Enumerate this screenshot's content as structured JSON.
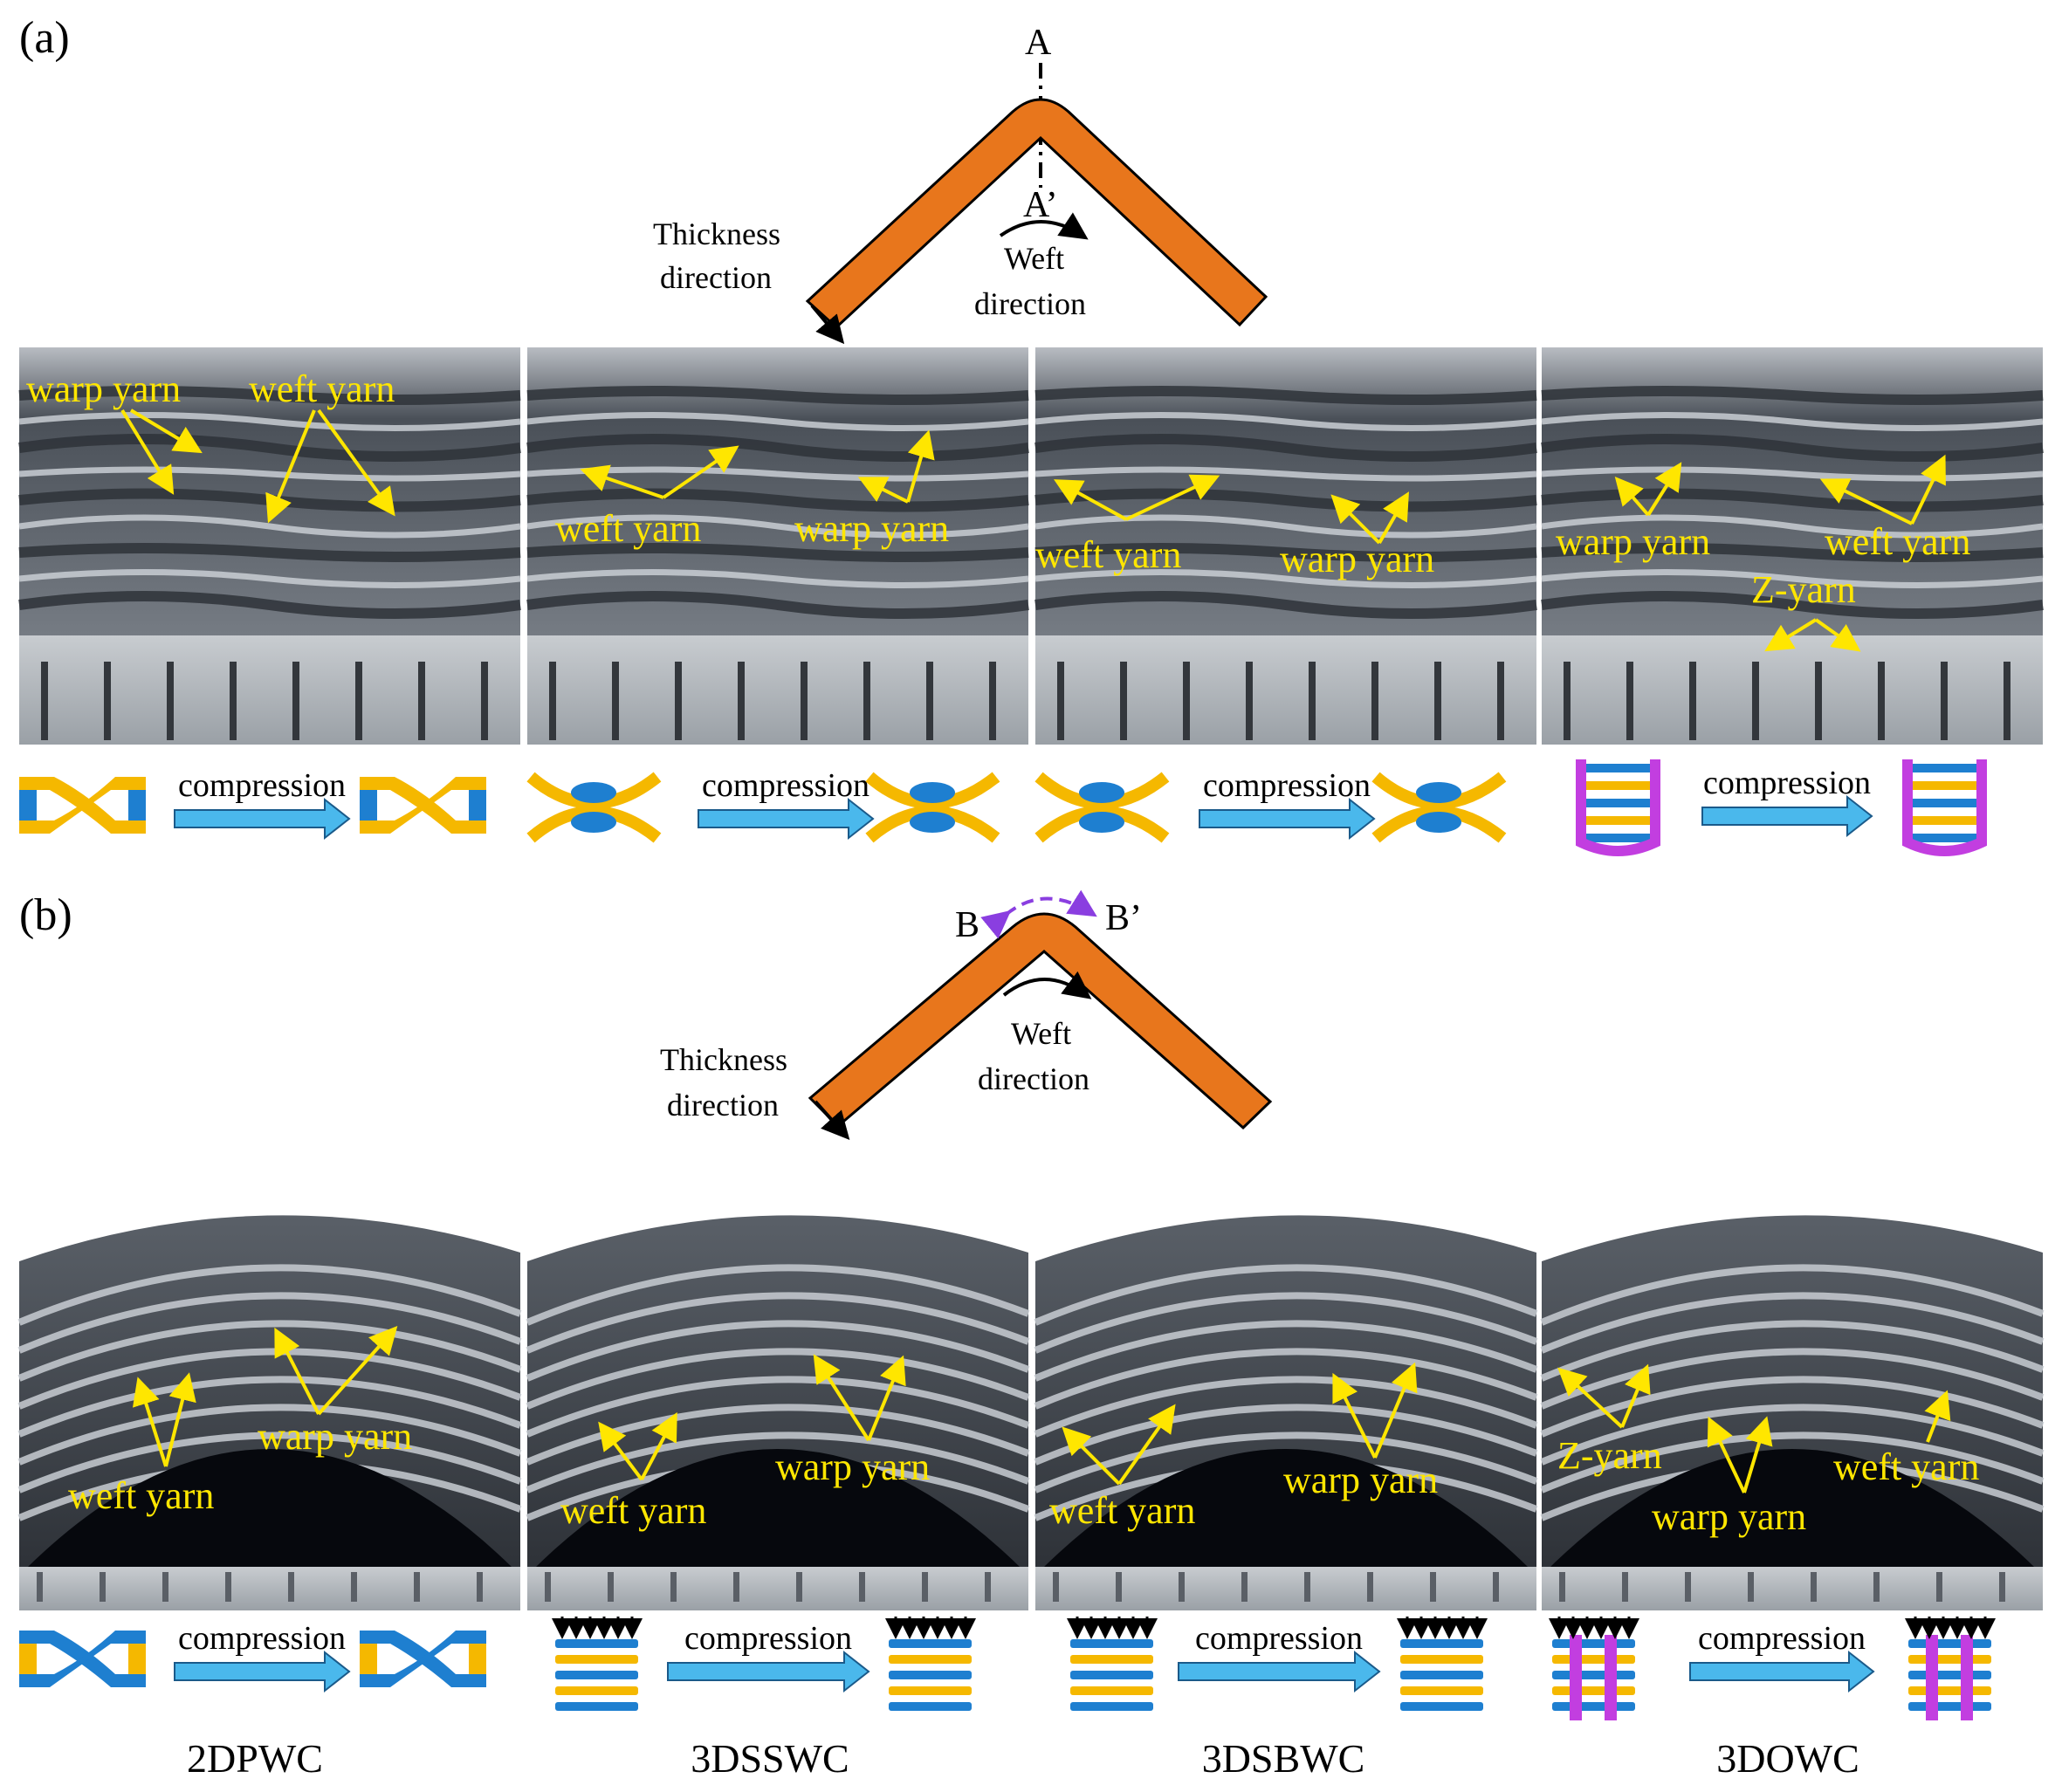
{
  "panels": {
    "a": {
      "label": "(a)",
      "axis_top": "A",
      "axis_bottom": "A’",
      "thickness_label": [
        "Thickness",
        "direction"
      ],
      "weft_label": [
        "Weft",
        "direction"
      ],
      "photos": [
        {
          "annotations": [
            "warp yarn",
            "weft yarn"
          ]
        },
        {
          "annotations": [
            "weft yarn",
            "warp yarn"
          ]
        },
        {
          "annotations": [
            "weft yarn",
            "warp yarn"
          ]
        },
        {
          "annotations": [
            "warp yarn",
            "weft yarn",
            "Z-yarn"
          ]
        }
      ]
    },
    "b": {
      "label": "(b)",
      "axis_left": "B",
      "axis_right": "B’",
      "thickness_label": [
        "Thickness",
        "direction"
      ],
      "weft_label": [
        "Weft",
        "direction"
      ],
      "photos": [
        {
          "annotations": [
            "warp yarn",
            "weft yarn"
          ]
        },
        {
          "annotations": [
            "weft yarn",
            "warp yarn"
          ]
        },
        {
          "annotations": [
            "weft yarn",
            "warp yarn"
          ]
        },
        {
          "annotations": [
            "Z-yarn",
            "warp yarn",
            "weft yarn"
          ]
        }
      ]
    }
  },
  "compression_label": "compression",
  "samples": [
    "2DPWC",
    "3DSSWC",
    "3DSBWC",
    "3DOWC"
  ],
  "colors": {
    "beam": "#e8761c",
    "warp": "#1e7fd0",
    "weft": "#f5b800",
    "zyarn": "#c23ee0",
    "arrow_fill": "#4ab8ec",
    "annotation": "#ffe600",
    "bend_arrow": "#8a3ee0"
  }
}
